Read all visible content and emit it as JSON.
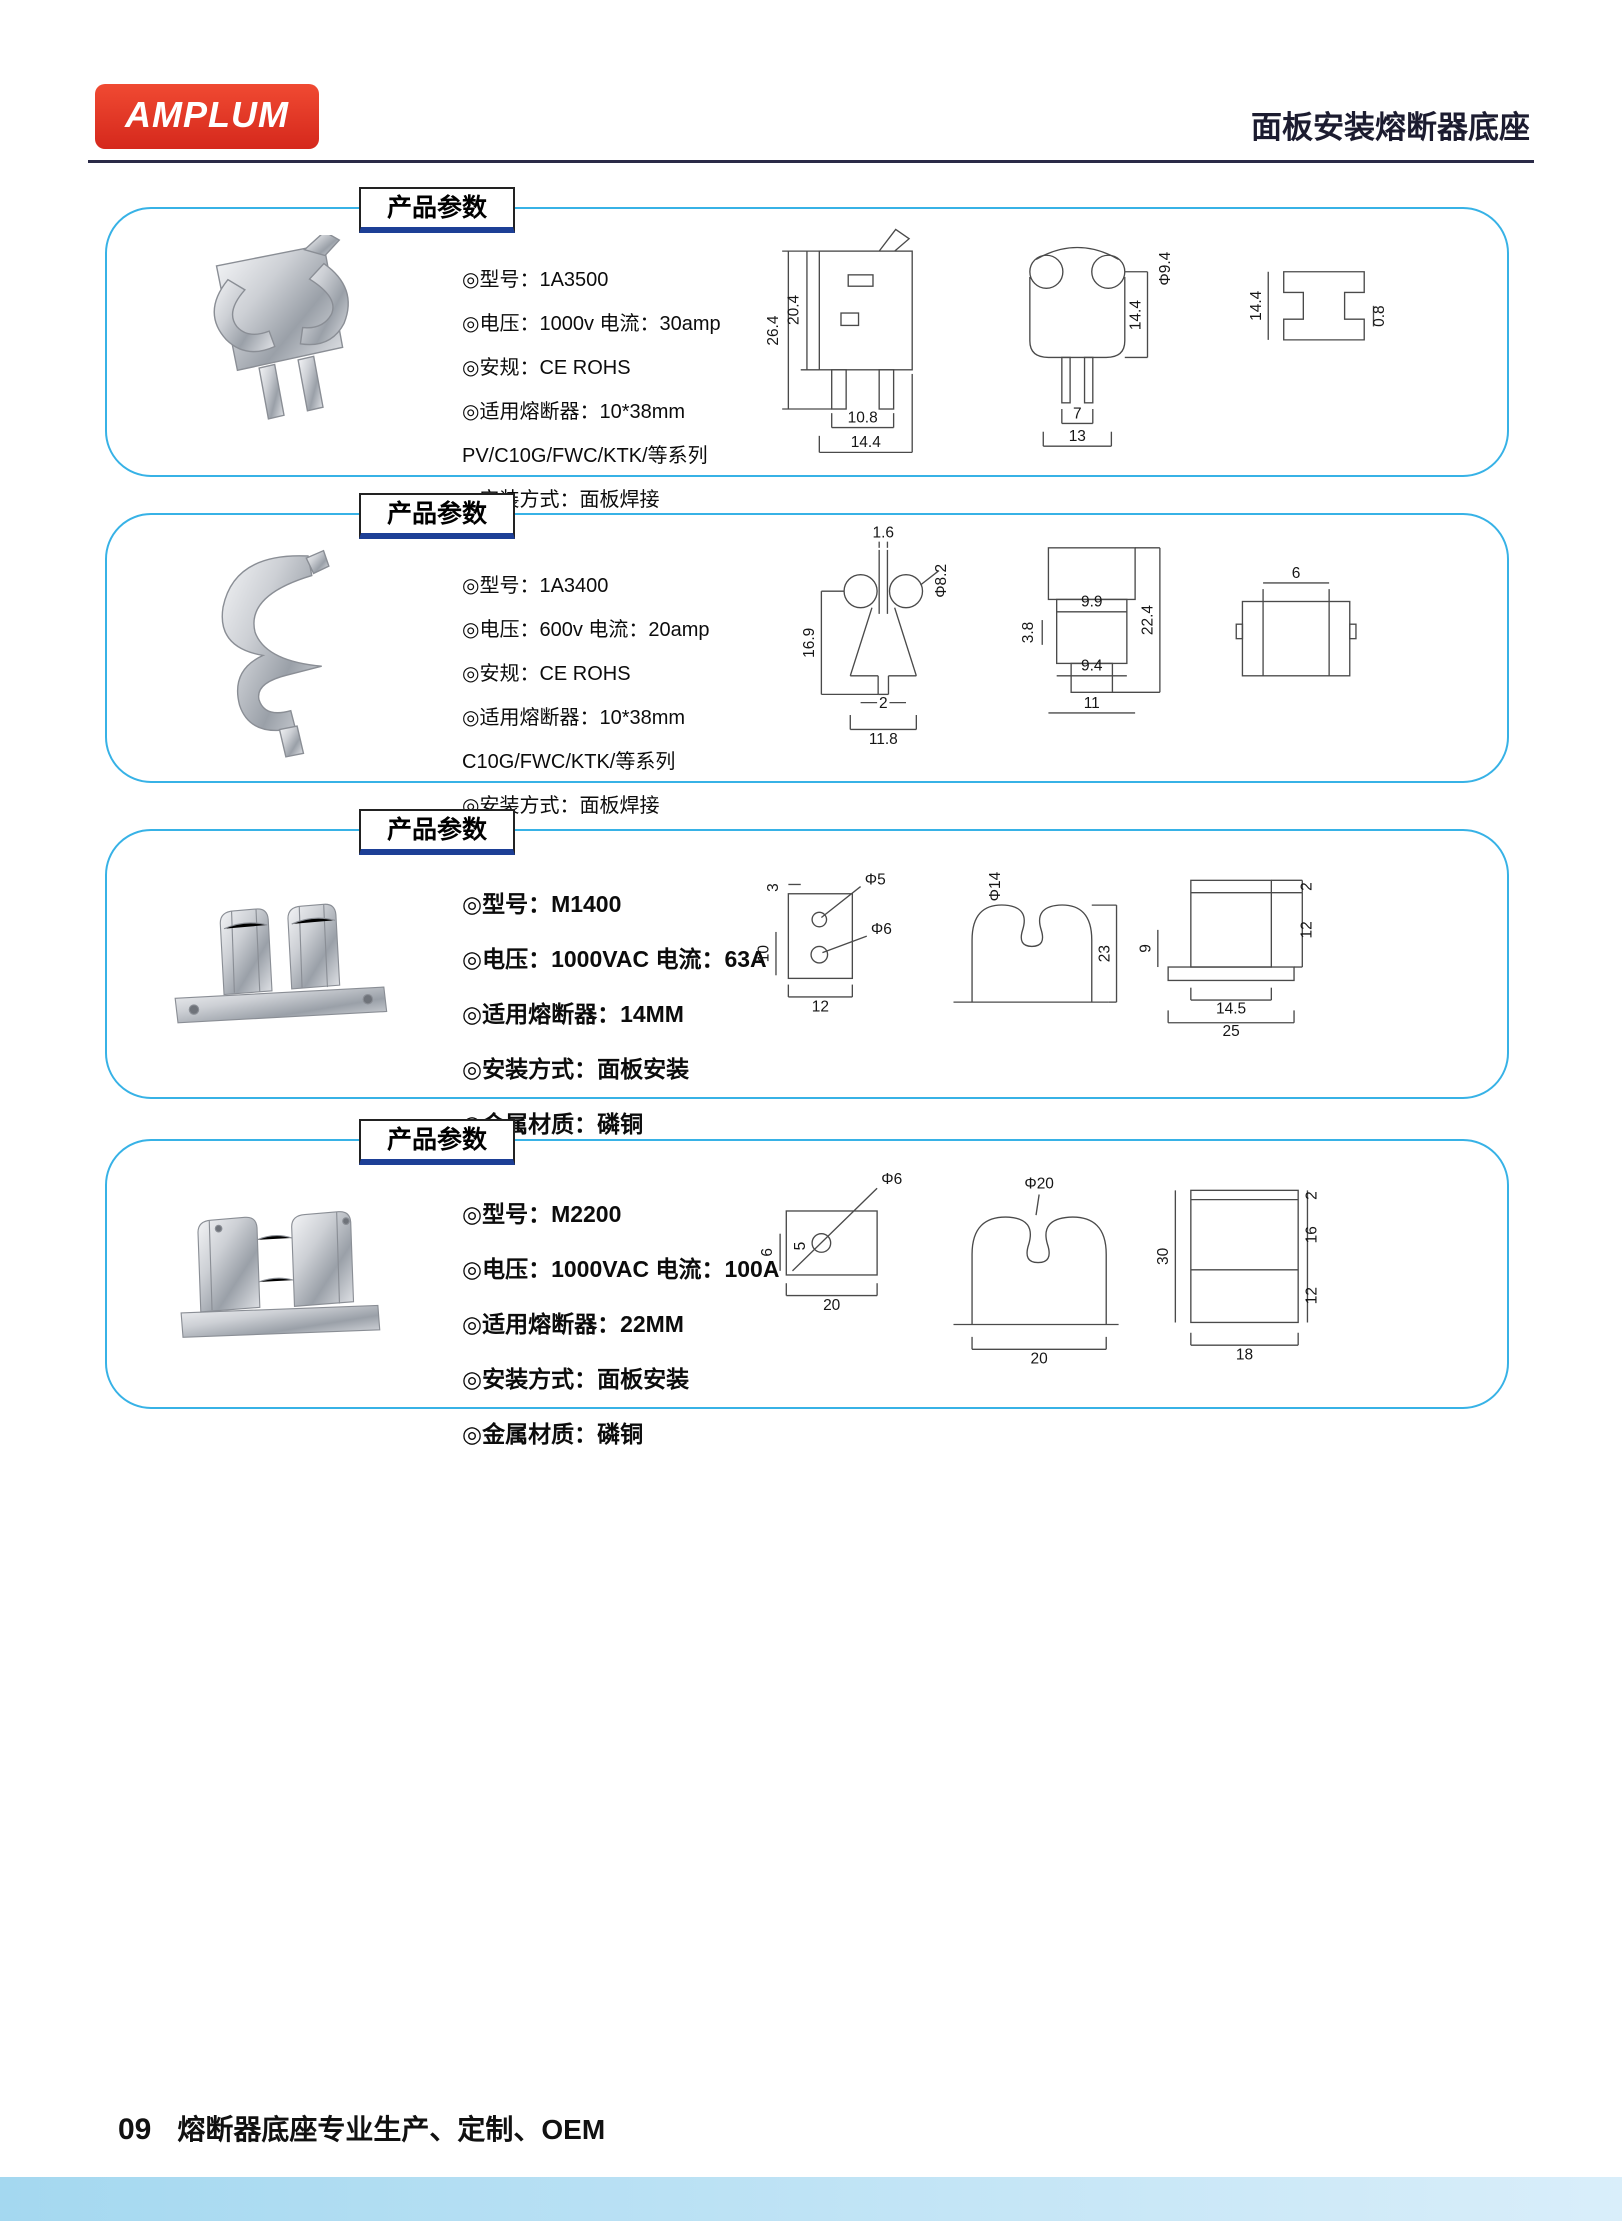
{
  "header": {
    "logo": "AMPLUM",
    "title": "面板安装熔断器底座"
  },
  "sections": [
    {
      "badge": "产品参数",
      "specs": [
        "◎型号：1A3500",
        "◎电压：1000v 电流：30amp",
        "◎安规：CE ROHS",
        "◎适用熔断器：10*38mm",
        "PV/C10G/FWC/KTK/等系列",
        "◎安装方式：面板焊接"
      ],
      "dims": [
        "26.4",
        "20.4",
        "14.4",
        "Φ9.4",
        "10.8",
        "14.4",
        "7",
        "13",
        "14.4",
        "0.8"
      ]
    },
    {
      "badge": "产品参数",
      "specs": [
        "◎型号：1A3400",
        "◎电压：600v 电流：20amp",
        "◎安规：CE ROHS",
        "◎适用熔断器：10*38mm",
        "C10G/FWC/KTK/等系列",
        "◎安装方式：面板焊接"
      ],
      "dims": [
        "1.6",
        "Φ8.2",
        "16.9",
        "2",
        "11.8",
        "22.4",
        "3.8",
        "9.9",
        "9.4",
        "11",
        "6"
      ]
    },
    {
      "badge": "产品参数",
      "specs": [
        "◎型号：M1400",
        "◎电压：1000VAC 电流：63A",
        "◎适用熔断器：14MM",
        "◎安装方式：面板安装",
        "◎金属材质：磷铜"
      ],
      "dims": [
        "3",
        "Φ5",
        "Φ6",
        "10",
        "12",
        "23",
        "Φ14",
        "2",
        "12",
        "9",
        "14.5",
        "25"
      ]
    },
    {
      "badge": "产品参数",
      "specs": [
        "◎型号：M2200",
        "◎电压：1000VAC 电流：100A",
        "◎适用熔断器：22MM",
        "◎安装方式：面板安装",
        "◎金属材质：磷铜"
      ],
      "dims": [
        "Φ6",
        "5",
        "6",
        "20",
        "Φ20",
        "20",
        "30",
        "2",
        "16",
        "12",
        "18"
      ]
    }
  ],
  "footer": {
    "page_number": "09",
    "text": "熔断器底座专业生产、定制、OEM"
  },
  "colors": {
    "accent_blue": "#37b2e6",
    "brand_red": "#e03127",
    "badge_underline": "#1d3f96",
    "title_color": "#1c1c30",
    "footer_bar_blue": "#a4d8f0"
  }
}
